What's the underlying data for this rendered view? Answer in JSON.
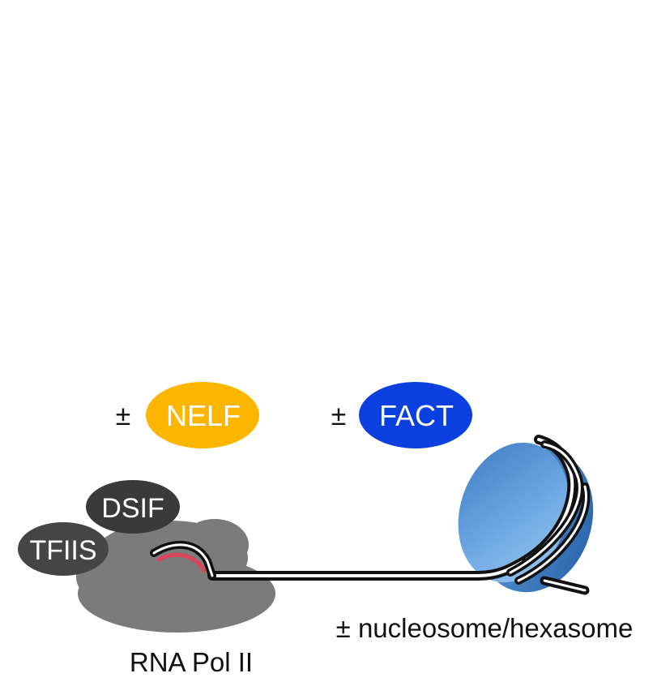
{
  "labels": {
    "pm_nelf": "±",
    "nelf": "NELF",
    "pm_fact": "±",
    "fact": "FACT",
    "dsif": "DSIF",
    "tfiis": "TFIIS",
    "pol2": "RNA Pol II",
    "nucleosome": "± nucleosome/hexasome"
  },
  "colors": {
    "nelf": "#FDB600",
    "fact": "#0A3FE0",
    "dsif": "#3A3A3A",
    "tfiis": "#454545",
    "pol2": "#7B7B7B",
    "rna": "#D9455A",
    "dna": "#111111",
    "nucleosome_light": "#8EC1EE",
    "nucleosome_dark": "#3E7DC5"
  }
}
